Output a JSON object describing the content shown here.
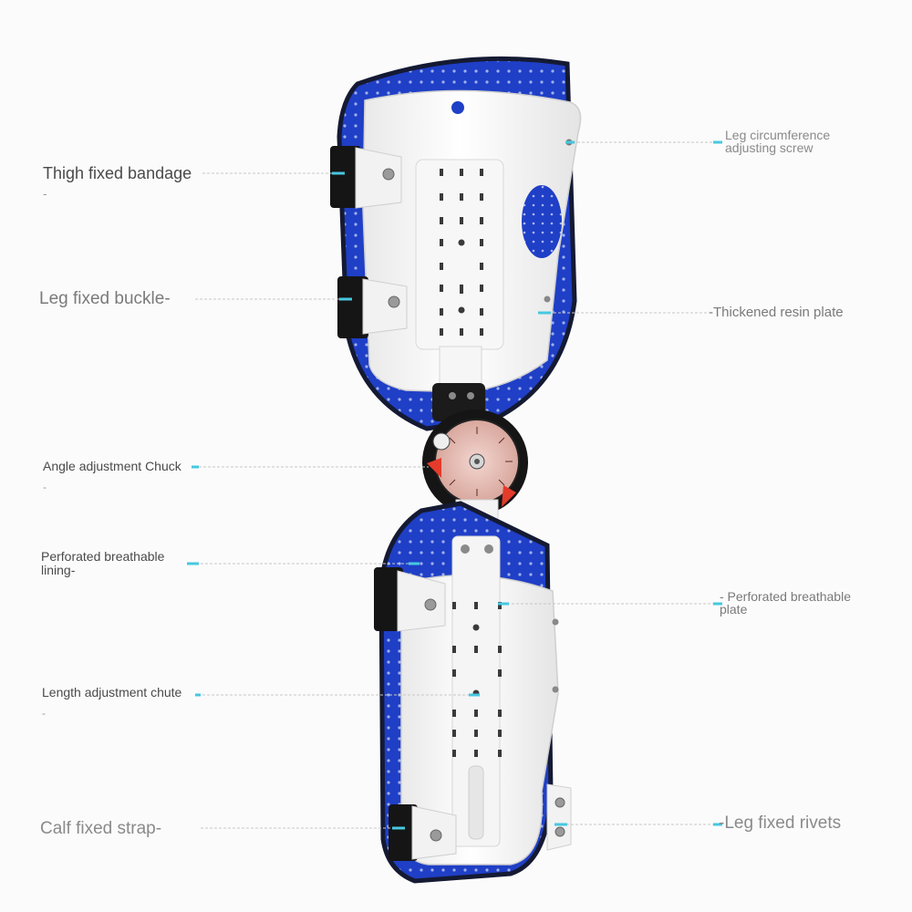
{
  "colors": {
    "brand_blue": "#1f3fc6",
    "shell_white": "#f4f4f4",
    "accent_cyan": "#46c8e0",
    "label_dark": "#4a4a4a",
    "label_gray": "#8a8a8a",
    "leader_line": "#c7c7c7"
  },
  "labels": {
    "thigh_fixed_bandage": "Thigh fixed bandage",
    "thigh_fixed_bandage_dash": "-",
    "leg_fixed_buckle": "Leg fixed buckle-",
    "angle_adjustment_chuck": "Angle adjustment Chuck",
    "angle_adjustment_chuck_dash": "-",
    "perforated_breathable_lining": "Perforated breathable\nlining-",
    "length_adjustment_chute": "Length adjustment chute",
    "length_adjustment_chute_dash": "-",
    "calf_fixed_strap": "Calf fixed strap-",
    "leg_circumference_adjusting_screw": "Leg circumference\nadjusting screw",
    "thickened_resin_plate": "-Thickened resin plate",
    "perforated_breathable_plate": "- Perforated breathable\nplate",
    "leg_fixed_rivets": "-Leg fixed rivets"
  },
  "icons": {
    "product": "knee-brace-icon",
    "hinge": "angle-dial-icon",
    "leader_marker": "cyan-dash-marker"
  }
}
